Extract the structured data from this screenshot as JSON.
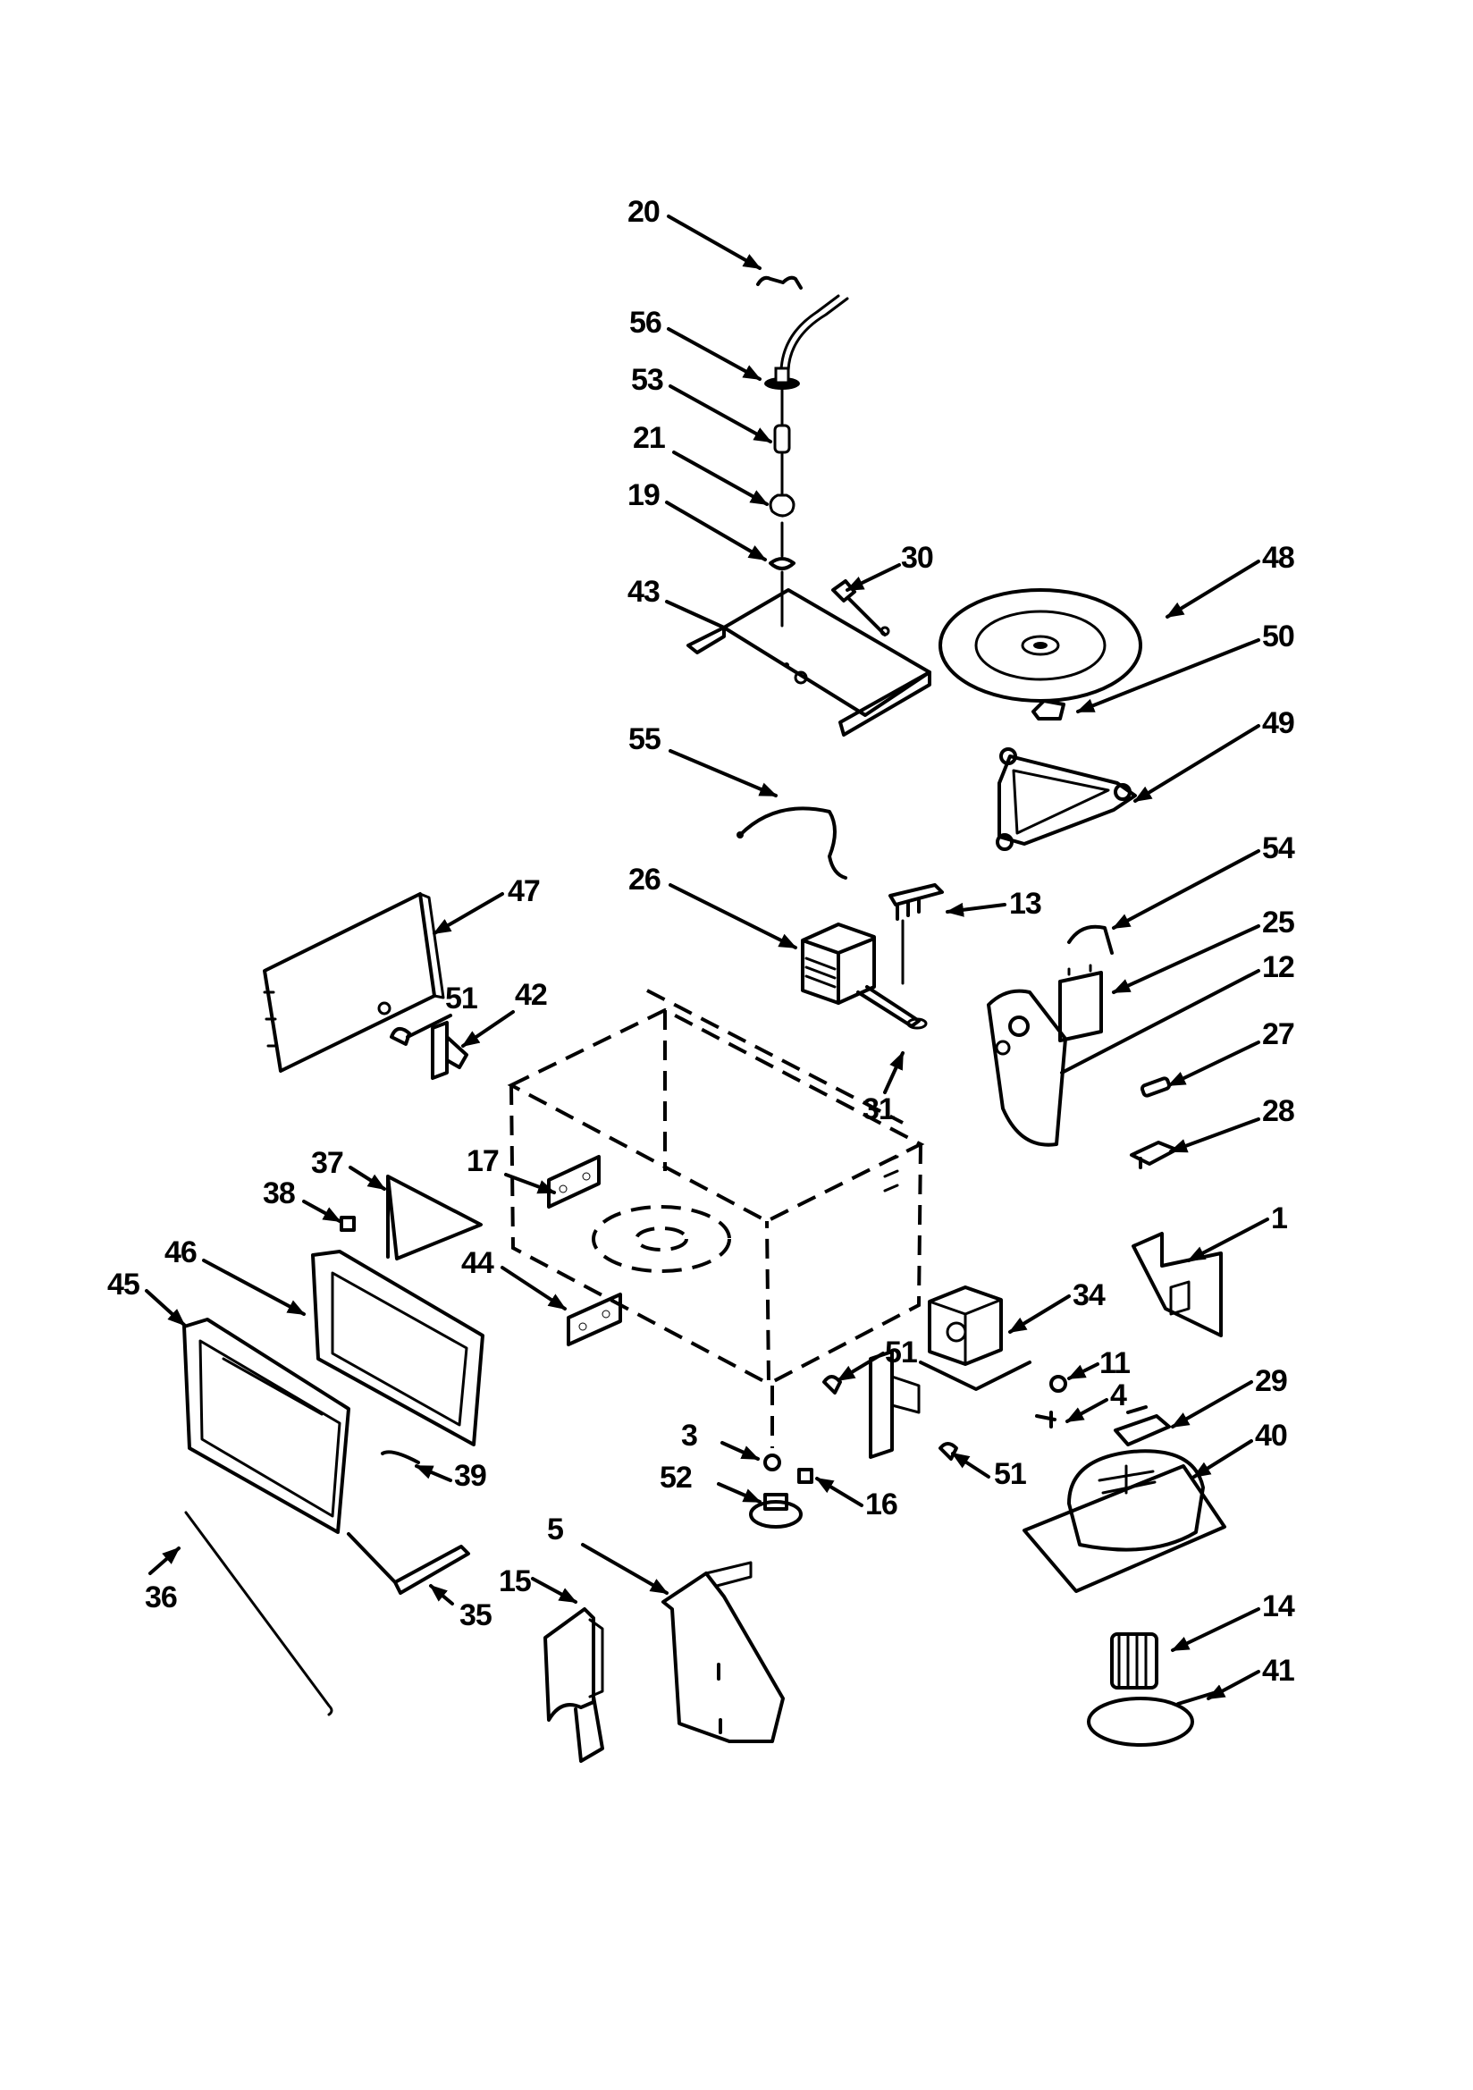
{
  "diagram": {
    "title": "Microwave oven exploded parts diagram",
    "callouts": [
      {
        "id": "20",
        "label": "20"
      },
      {
        "id": "56",
        "label": "56"
      },
      {
        "id": "53",
        "label": "53"
      },
      {
        "id": "21",
        "label": "21"
      },
      {
        "id": "19",
        "label": "19"
      },
      {
        "id": "30",
        "label": "30"
      },
      {
        "id": "43",
        "label": "43"
      },
      {
        "id": "48",
        "label": "48"
      },
      {
        "id": "50",
        "label": "50"
      },
      {
        "id": "49",
        "label": "49"
      },
      {
        "id": "55",
        "label": "55"
      },
      {
        "id": "26",
        "label": "26"
      },
      {
        "id": "13",
        "label": "13"
      },
      {
        "id": "54",
        "label": "54"
      },
      {
        "id": "25",
        "label": "25"
      },
      {
        "id": "12",
        "label": "12"
      },
      {
        "id": "47",
        "label": "47"
      },
      {
        "id": "51a",
        "label": "51"
      },
      {
        "id": "42",
        "label": "42"
      },
      {
        "id": "31",
        "label": "31"
      },
      {
        "id": "27",
        "label": "27"
      },
      {
        "id": "28",
        "label": "28"
      },
      {
        "id": "37",
        "label": "37"
      },
      {
        "id": "38",
        "label": "38"
      },
      {
        "id": "17",
        "label": "17"
      },
      {
        "id": "46",
        "label": "46"
      },
      {
        "id": "44",
        "label": "44"
      },
      {
        "id": "45",
        "label": "45"
      },
      {
        "id": "1",
        "label": "1"
      },
      {
        "id": "34",
        "label": "34"
      },
      {
        "id": "11",
        "label": "11"
      },
      {
        "id": "51b",
        "label": "51"
      },
      {
        "id": "4",
        "label": "4"
      },
      {
        "id": "29",
        "label": "29"
      },
      {
        "id": "3",
        "label": "3"
      },
      {
        "id": "40",
        "label": "40"
      },
      {
        "id": "39",
        "label": "39"
      },
      {
        "id": "52",
        "label": "52"
      },
      {
        "id": "16",
        "label": "16"
      },
      {
        "id": "51c",
        "label": "51"
      },
      {
        "id": "36",
        "label": "36"
      },
      {
        "id": "35",
        "label": "35"
      },
      {
        "id": "5",
        "label": "5"
      },
      {
        "id": "15",
        "label": "15"
      },
      {
        "id": "14",
        "label": "14"
      },
      {
        "id": "41",
        "label": "41"
      }
    ]
  }
}
